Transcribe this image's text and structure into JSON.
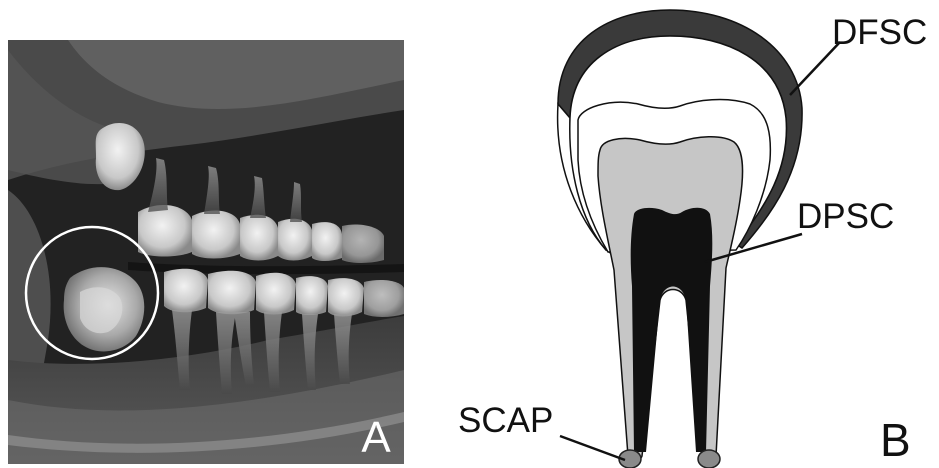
{
  "panel_a": {
    "letter": "A"
  },
  "panel_b": {
    "letter": "B",
    "labels": {
      "dfsc": "DFSC",
      "dpsc": "DPSC",
      "scap": "SCAP"
    }
  }
}
